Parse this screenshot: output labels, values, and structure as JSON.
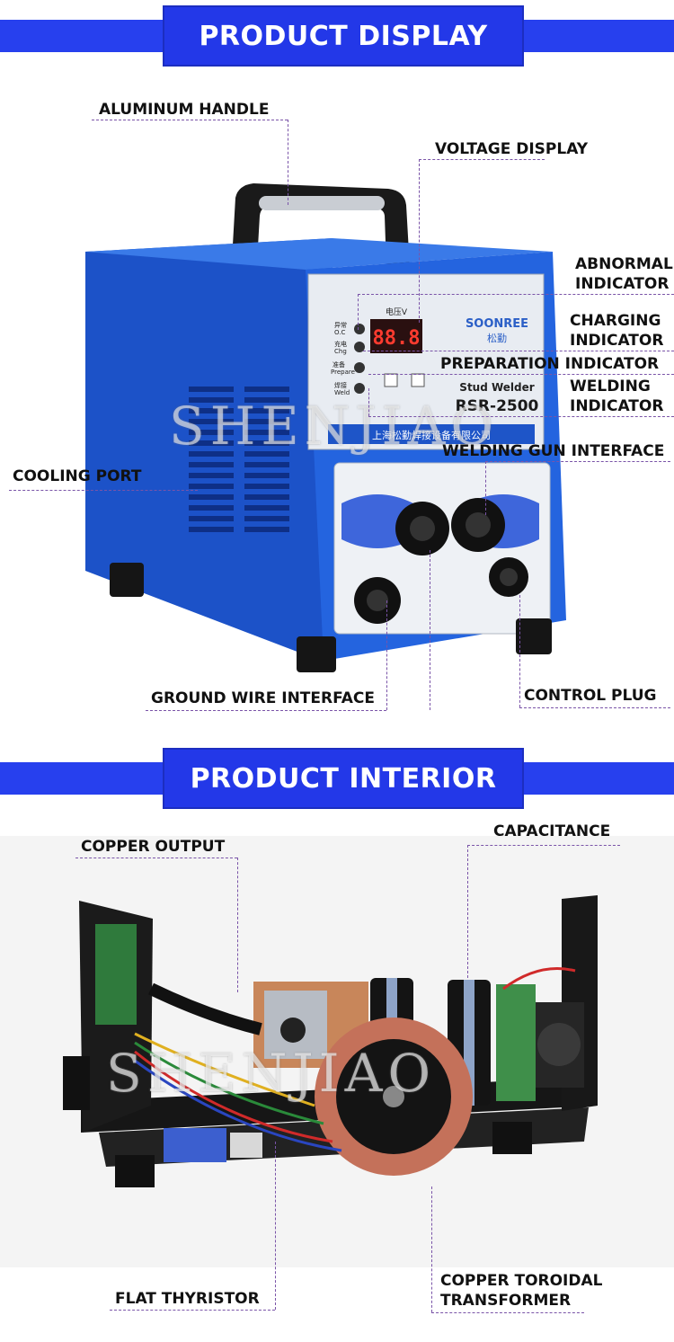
{
  "sections": {
    "display_title": "PRODUCT DISPLAY",
    "interior_title": "PRODUCT INTERIOR"
  },
  "display_labels": {
    "handle": "ALUMINUM HANDLE",
    "voltage": "VOLTAGE DISPLAY",
    "abnormal": [
      "ABNORMAL",
      "INDICATOR"
    ],
    "charging": [
      "CHARGING",
      "INDICATOR"
    ],
    "preparation": "PREPARATION INDICATOR",
    "welding": [
      "WELDING",
      "INDICATOR"
    ],
    "gun": "WELDING GUN INTERFACE",
    "cooling": "COOLING PORT",
    "ground": "GROUND WIRE INTERFACE",
    "control": "CONTROL PLUG"
  },
  "interior_labels": {
    "copper_output": "COPPER OUTPUT",
    "capacitance": "CAPACITANCE",
    "thyristor": "FLAT THYRISTOR",
    "toroidal": [
      "COPPER TOROIDAL",
      "TRANSFORMER"
    ]
  },
  "device": {
    "brand": "SOONREE",
    "brand_cn": "松勤",
    "model": "RSR-2500",
    "product_name": "Stud Welder",
    "volt_label": "电压V",
    "readout": "88.8",
    "company": "上海松勤焊接设备有限公司",
    "indicators": [
      {
        "cn": "异常",
        "en": "O.C"
      },
      {
        "cn": "充电",
        "en": "Chg"
      },
      {
        "cn": "准备",
        "en": "Prepare"
      },
      {
        "cn": "焊接",
        "en": "Weld"
      }
    ]
  },
  "watermark": "SHENJIAO",
  "colors": {
    "accent": "#2338e8",
    "body_blue": "#1f5fd6",
    "guide_line": "#7a54a8"
  }
}
